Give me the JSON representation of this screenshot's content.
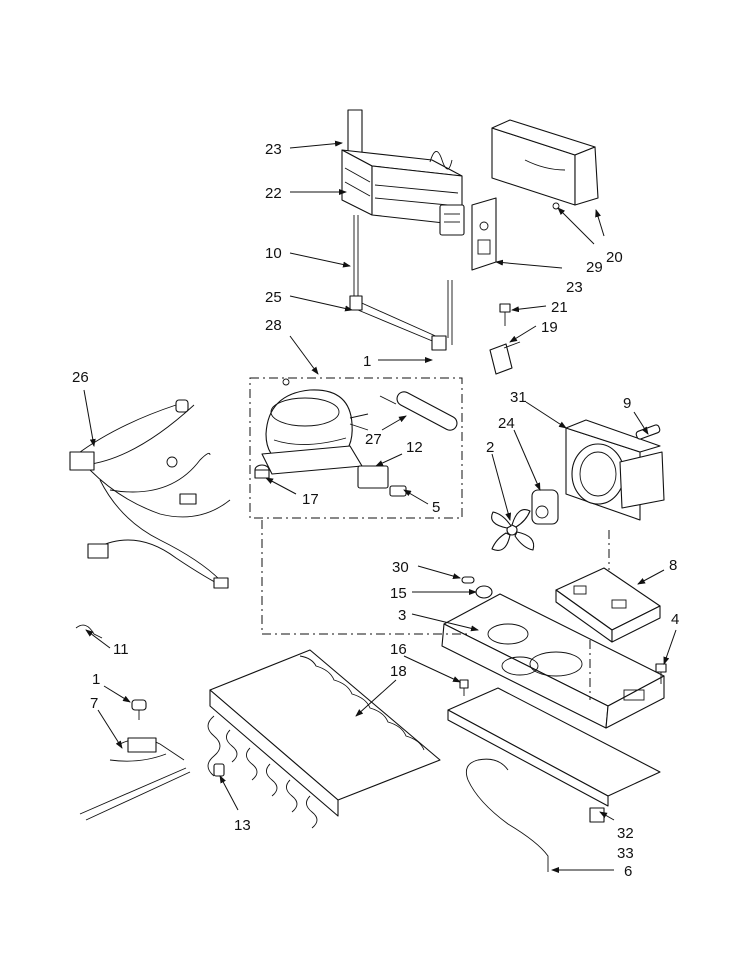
{
  "callouts": [
    {
      "id": "c23a",
      "text": "23"
    },
    {
      "id": "c22",
      "text": "22"
    },
    {
      "id": "c10",
      "text": "10"
    },
    {
      "id": "c25",
      "text": "25"
    },
    {
      "id": "c28",
      "text": "28"
    },
    {
      "id": "c1a",
      "text": "1"
    },
    {
      "id": "c27",
      "text": "27"
    },
    {
      "id": "c12",
      "text": "12"
    },
    {
      "id": "c17",
      "text": "17"
    },
    {
      "id": "c5",
      "text": "5"
    },
    {
      "id": "c20",
      "text": "20"
    },
    {
      "id": "c29",
      "text": "29"
    },
    {
      "id": "c23b",
      "text": "23"
    },
    {
      "id": "c21",
      "text": "21"
    },
    {
      "id": "c19",
      "text": "19"
    },
    {
      "id": "c26",
      "text": "26"
    },
    {
      "id": "c31",
      "text": "31"
    },
    {
      "id": "c9",
      "text": "9"
    },
    {
      "id": "c24",
      "text": "24"
    },
    {
      "id": "c2",
      "text": "2"
    },
    {
      "id": "c30",
      "text": "30"
    },
    {
      "id": "c8",
      "text": "8"
    },
    {
      "id": "c15",
      "text": "15"
    },
    {
      "id": "c3",
      "text": "3"
    },
    {
      "id": "c4",
      "text": "4"
    },
    {
      "id": "c11",
      "text": "11"
    },
    {
      "id": "c16",
      "text": "16"
    },
    {
      "id": "c18",
      "text": "18"
    },
    {
      "id": "c1b",
      "text": "1"
    },
    {
      "id": "c7",
      "text": "7"
    },
    {
      "id": "c13",
      "text": "13"
    },
    {
      "id": "c32",
      "text": "32"
    },
    {
      "id": "c33",
      "text": "33"
    },
    {
      "id": "c6",
      "text": "6"
    }
  ]
}
